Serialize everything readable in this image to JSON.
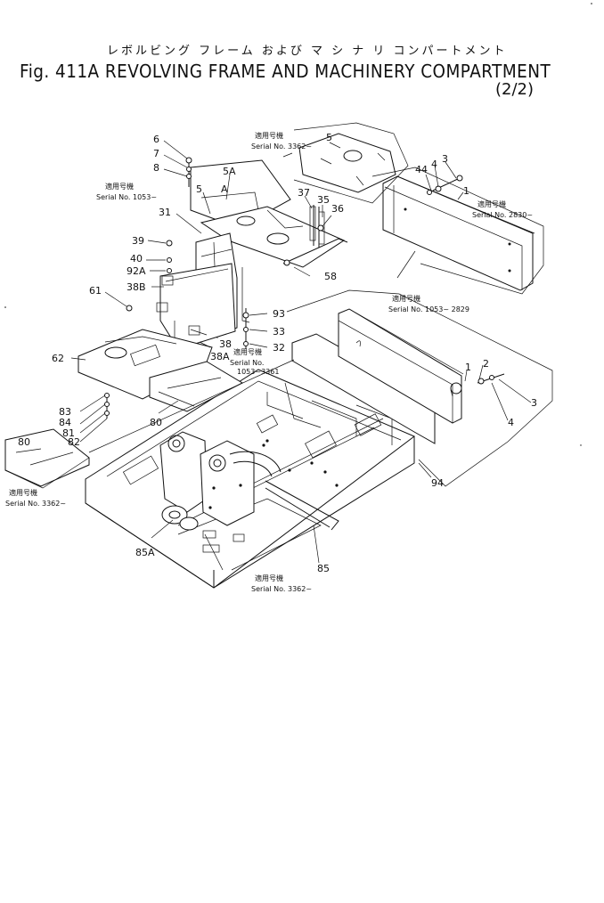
{
  "header": {
    "japanese_title": "レボルビング フレーム および マ シ ナ リ コンパートメント",
    "figure_title": "Fig. 411A REVOLVING FRAME AND MACHINERY COMPARTMENT",
    "page_indicator": "(2/2)"
  },
  "parts": {
    "p6": "6",
    "p7": "7",
    "p8": "8",
    "p5a": "5A",
    "pA": "A",
    "p5_left": "5",
    "p31": "31",
    "p39": "39",
    "p40": "40",
    "p92a": "92A",
    "p38b": "38B",
    "p61": "61",
    "p62": "62",
    "p38": "38",
    "p38a": "38A",
    "p93": "93",
    "p33": "33",
    "p32": "32",
    "p83": "83",
    "p84": "84",
    "p81": "81",
    "p82": "82",
    "p80_left": "80",
    "p80_center": "80",
    "p85a": "85A",
    "p85": "85",
    "p94": "94",
    "p5_top": "5",
    "p37": "37",
    "p35": "35",
    "p36": "36",
    "p58": "58",
    "p44": "44",
    "p4_top": "4",
    "p3_top": "3",
    "p1_top": "1",
    "p1_mid": "1",
    "p2": "2",
    "p3_mid": "3",
    "p4_mid": "4"
  },
  "serial_notes": {
    "n1_jp": "適用号機",
    "n1_sn": "Serial No. 3362~",
    "n2_jp": "適用号機",
    "n2_sn": "Serial No. 1053~",
    "n3_jp": "適用号機",
    "n3_sn": "Serial No. 2830~",
    "n4_jp": "適用号機",
    "n4_sn": "Serial No. 1053~ 2829",
    "n5_jp": "適用号機",
    "n5_sn": "Serial No.",
    "n5_range": "1053~3361",
    "n6_jp": "適用号機",
    "n6_sn": "Serial No. 3362~",
    "n7_jp": "適用号機",
    "n7_sn": "Serial No. 3362~"
  }
}
